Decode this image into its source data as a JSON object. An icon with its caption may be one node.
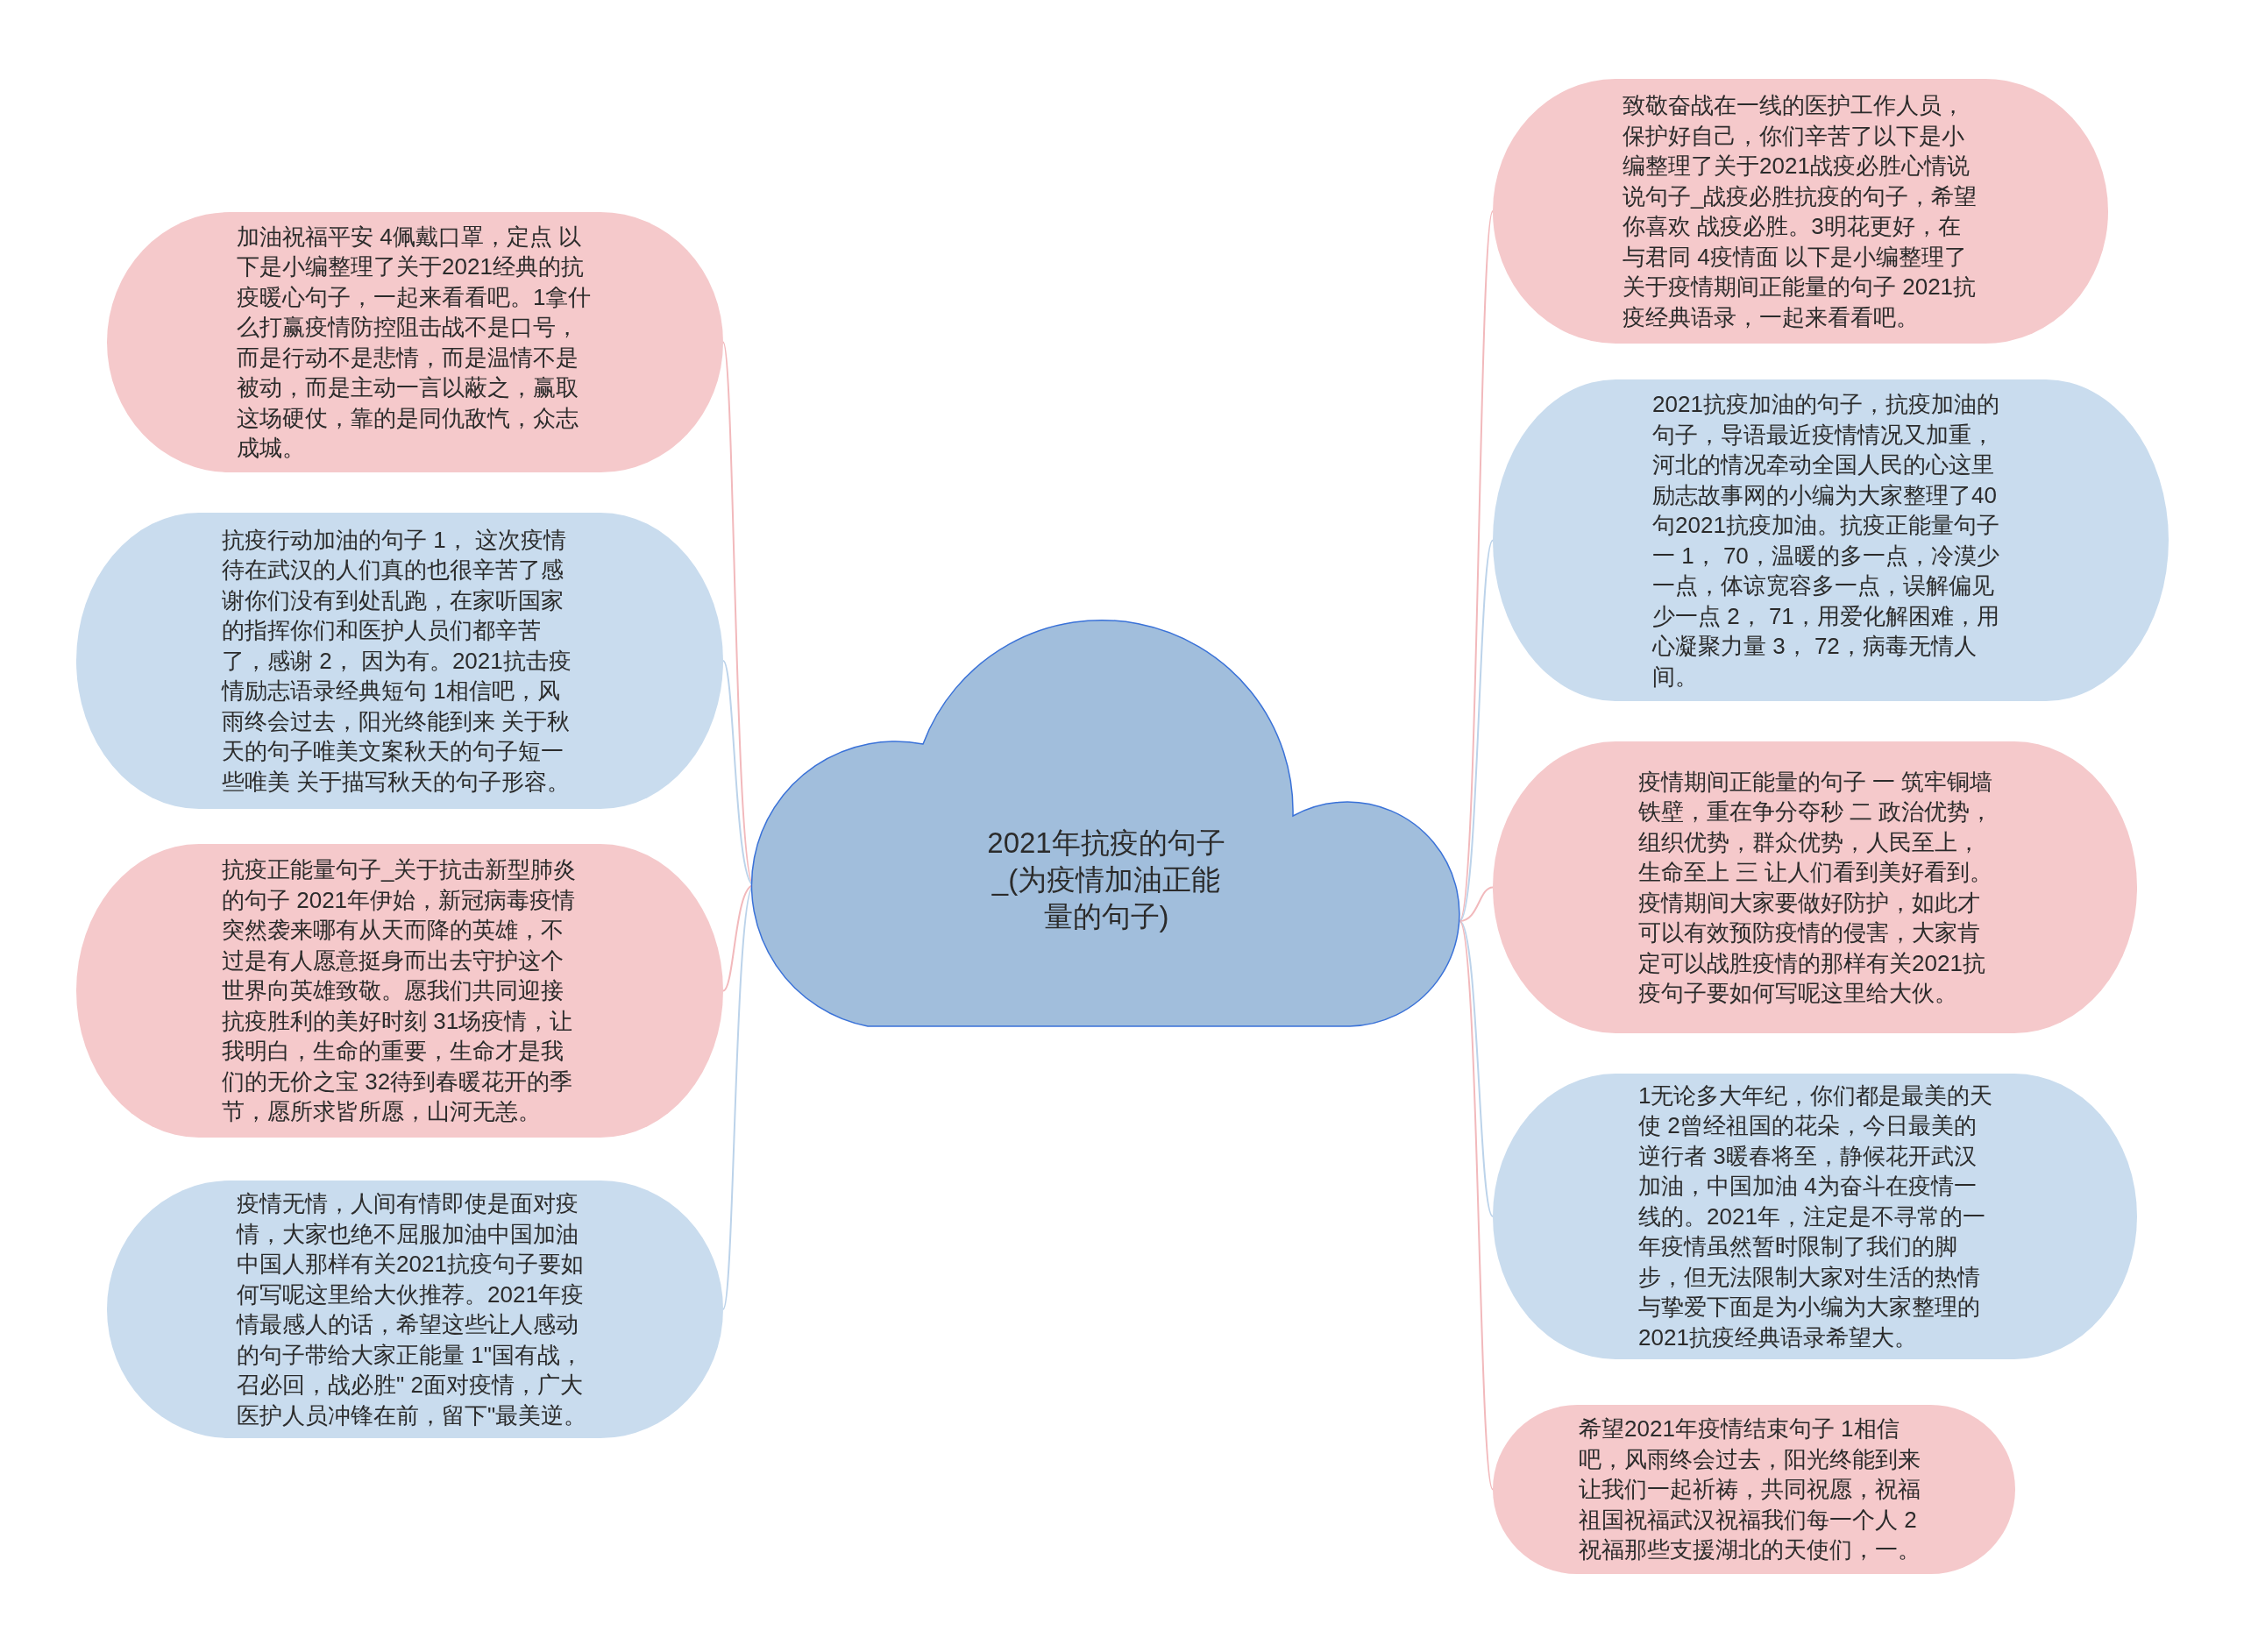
{
  "diagram": {
    "nodes": [
      {
        "text": [
          "2021年抗疫的句子_(为疫情加油正能量的句子)"
        ]
      },
      {
        "text": [
          "加油祝福平安 4佩戴口罩，定点 以下是小编整理了关于2021经典的抗疫暖心句子，一起来看看吧。1拿什么打赢疫情防控阻击战不是口号，而是行动不是悲情，而是温情不是被动，而是主动一言以蔽之，赢取这场硬仗，靠的是同仇敌忾，众志成城。"
        ]
      },
      {
        "text": [
          "抗疫行动加油的句子 1， 这次疫情待在武汉的人们真的也很辛苦了感谢你们没有到处乱跑，在家听国家的指挥你们和医护人员们都辛苦了，感谢 2， 因为有。2021抗击疫情励志语录经典短句 1相信吧，风雨终会过去，阳光终能到来 关于秋天的句子唯美文案秋天的句子短一些唯美 关于描写秋天的句子形容。"
        ]
      },
      {
        "text": [
          "抗疫正能量句子_关于抗击新型肺炎的句子 2021年伊始，新冠病毒疫情突然袭来哪有从天而降的英雄，不过是有人愿意挺身而出去守护这个世界向英雄致敬。愿我们共同迎接抗疫胜利的美好时刻 31场疫情，让我明白，生命的重要，生命才是我们的无价之宝 32待到春暖花开的季节，愿所求皆所愿，山河无恙。"
        ]
      },
      {
        "text": [
          "疫情无情，人间有情即使是面对疫情，大家也绝不屈服加油中国加油中国人那样有关2021抗疫句子要如何写呢这里给大伙推荐。2021年疫情最感人的话，希望这些让人感动的句子带给大家正能量 1\"国有战，召必回，战必胜\" 2面对疫情，广大医护人员冲锋在前，留下\"最美逆。"
        ]
      },
      {
        "text": [
          "致敬奋战在一线的医护工作人员，保护好自己，你们辛苦了以下是小编整理了关于2021战疫必胜心情说说句子_战疫必胜抗疫的句子，希望你喜欢 战疫必胜。3明花更好，在与君同 4疫情面 以下是小编整理了关于疫情期间正能量的句子 2021抗疫经典语录，一起来看看吧。"
        ]
      },
      {
        "text": [
          "2021抗疫加油的句子，抗疫加油的句子，导语最近疫情情况又加重，河北的情况牵动全国人民的心这里励志故事网的小编为大家整理了40句2021抗疫加油。抗疫正能量句子一 1， 70，温暖的多一点，冷漠少一点，体谅宽容多一点，误解偏见少一点 2， 71，用爱化解困难，用心凝聚力量 3， 72，病毒无情人间。"
        ]
      },
      {
        "text": [
          "疫情期间正能量的句子 一 筑牢铜墙铁壁，重在争分夺秒 二 政治优势，组织优势，群众优势，人民至上，生命至上 三 让人们看到美好看到。疫情期间大家要做好防护，如此才可以有效预防疫情的侵害，大家肯定可以战胜疫情的那样有关2021抗疫句子要如何写呢这里给大伙。"
        ]
      },
      {
        "text": [
          "1无论多大年纪，你们都是最美的天使 2曾经祖国的花朵，今日最美的逆行者 3暖春将至，静候花开武汉加油，中国加油 4为奋斗在疫情一线的。2021年，注定是不寻常的一年疫情虽然暂时限制了我们的脚步，但无法限制大家对生活的热情与挚爱下面是为小编为大家整理的2021抗疫经典语录希望大。"
        ]
      },
      {
        "text": [
          "希望2021年疫情结束句子 1相信吧，风雨终会过去，阳光终能到来让我们一起祈祷，共同祝愿，祝福祖国祝福武汉祝福我们每一个人 2祝福那些支援湖北的天使们，一。"
        ]
      }
    ],
    "edges": [
      {
        "from": 0,
        "to": 1,
        "arrow": "none"
      },
      {
        "from": 0,
        "to": 2,
        "arrow": "none",
        "color": "#bcd3ea"
      },
      {
        "from": 0,
        "to": 3,
        "arrow": "none"
      },
      {
        "from": 0,
        "to": 4,
        "arrow": "none",
        "color": "#bcd3ea"
      },
      {
        "from": 0,
        "to": 5,
        "arrow": "none"
      },
      {
        "from": 0,
        "to": 6,
        "arrow": "none",
        "color": "#bcd3ea"
      },
      {
        "from": 0,
        "to": 7,
        "arrow": "none"
      },
      {
        "from": 0,
        "to": 8,
        "arrow": "none",
        "color": "#bcd3ea"
      },
      {
        "from": 0,
        "to": 9,
        "arrow": "none"
      }
    ]
  }
}
